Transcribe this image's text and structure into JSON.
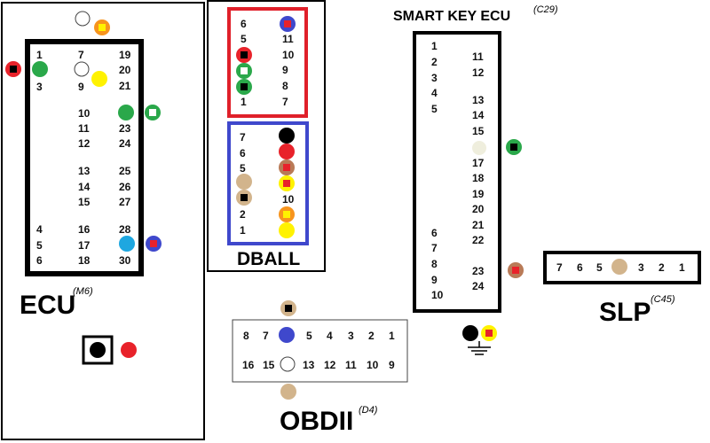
{
  "ecu": {
    "title": "ECU",
    "code": "(M6)",
    "col1": [
      "1",
      "3",
      "4",
      "5",
      "6"
    ],
    "col2": [
      "7",
      "9",
      "10",
      "11",
      "12",
      "13",
      "14",
      "15",
      "16",
      "17",
      "18"
    ],
    "col3": [
      "19",
      "20",
      "21",
      "23",
      "24",
      "25",
      "26",
      "27",
      "28",
      "30"
    ]
  },
  "dball": {
    "title": "DBALL",
    "top_col1": [
      "6",
      "5",
      "1"
    ],
    "top_col2": [
      "11",
      "10",
      "9",
      "8",
      "7"
    ],
    "bottom_col1": [
      "7",
      "6",
      "5",
      "2",
      "1"
    ],
    "bottom_col2": [
      "10"
    ]
  },
  "smart_key": {
    "title": "SMART KEY ECU",
    "code": "(C29)",
    "col1": [
      "1",
      "2",
      "3",
      "4",
      "5",
      "6",
      "7",
      "8",
      "9",
      "10"
    ],
    "col2": [
      "11",
      "12",
      "13",
      "14",
      "15",
      "17",
      "18",
      "19",
      "20",
      "21",
      "22",
      "23",
      "24"
    ]
  },
  "slp": {
    "title": "SLP",
    "code": "(C45)",
    "pins": [
      "7",
      "6",
      "5",
      "3",
      "2",
      "1"
    ]
  },
  "obd": {
    "title": "OBDII",
    "code": "(D4)",
    "row1": [
      "8",
      "7",
      "5",
      "4",
      "3",
      "2",
      "1"
    ],
    "row2": [
      "16",
      "15",
      "13",
      "12",
      "11",
      "10",
      "9"
    ]
  },
  "colors": {
    "red": "#e8222a",
    "green": "#2aa84a",
    "yellow": "#fff200",
    "orange": "#f7941d",
    "blue": "#3f48cc",
    "lightblue": "#1ea7e0",
    "tan": "#d2b48c",
    "brown": "#b97a57",
    "cream": "#efeedd",
    "frame_red": "#e0202a",
    "frame_blue": "#3f48cc"
  }
}
